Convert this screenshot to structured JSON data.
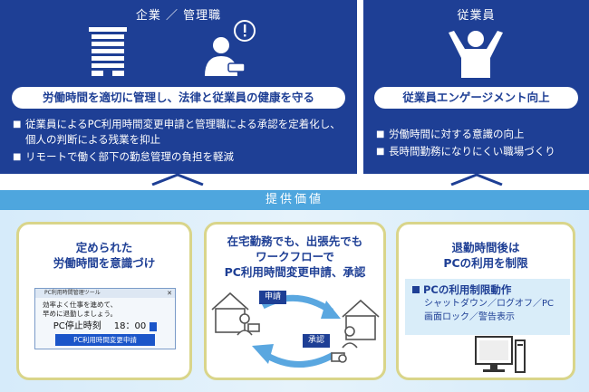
{
  "company": {
    "title": "企業 ／ 管理職",
    "pill": "労働時間を適切に管理し、法律と従業員の健康を守る",
    "bullets": [
      "従業員によるPC利用時間変更申請と管理職による承認を定着化し、個人の判断による残業を抑止",
      "リモートで働く部下の勤怠管理の負担を軽減"
    ]
  },
  "employee": {
    "title": "従業員",
    "pill": "従業員エンゲージメント向上",
    "bullets": [
      "労働時間に対する意識の向上",
      "長時間勤務になりにくい職場づくり"
    ]
  },
  "value": {
    "header": "提供価値",
    "cards": [
      {
        "title_lines": [
          "定められた",
          "労働時間を意識づけ"
        ],
        "dialog": {
          "titlebar": "PC利用時間管理ツール",
          "message_lines": [
            "効率よく仕事を進めて、",
            "早めに退勤しましょう。"
          ],
          "stop_label": "PC停止時刻",
          "stop_time": "18：00",
          "button": "PC利用時間変更申請"
        }
      },
      {
        "title_lines": [
          "在宅勤務でも、出張先でも",
          "ワークフローで",
          "PC利用時間変更申請、承認"
        ],
        "request_tag": "申請",
        "approve_tag": "承認"
      },
      {
        "title_lines": [
          "退勤時間後は",
          "PCの利用を制限"
        ],
        "box_title": "PCの利用制限動作",
        "box_lines": [
          "シャットダウン／ログオフ／PC",
          "画面ロック／警告表示"
        ]
      }
    ]
  },
  "colors": {
    "navy": "#1e3f95",
    "light_blue": "#4ea6de",
    "pale_blue": "#d9edf9",
    "card_border": "#d9d58a",
    "arrow_blue": "#5aa7e0"
  }
}
